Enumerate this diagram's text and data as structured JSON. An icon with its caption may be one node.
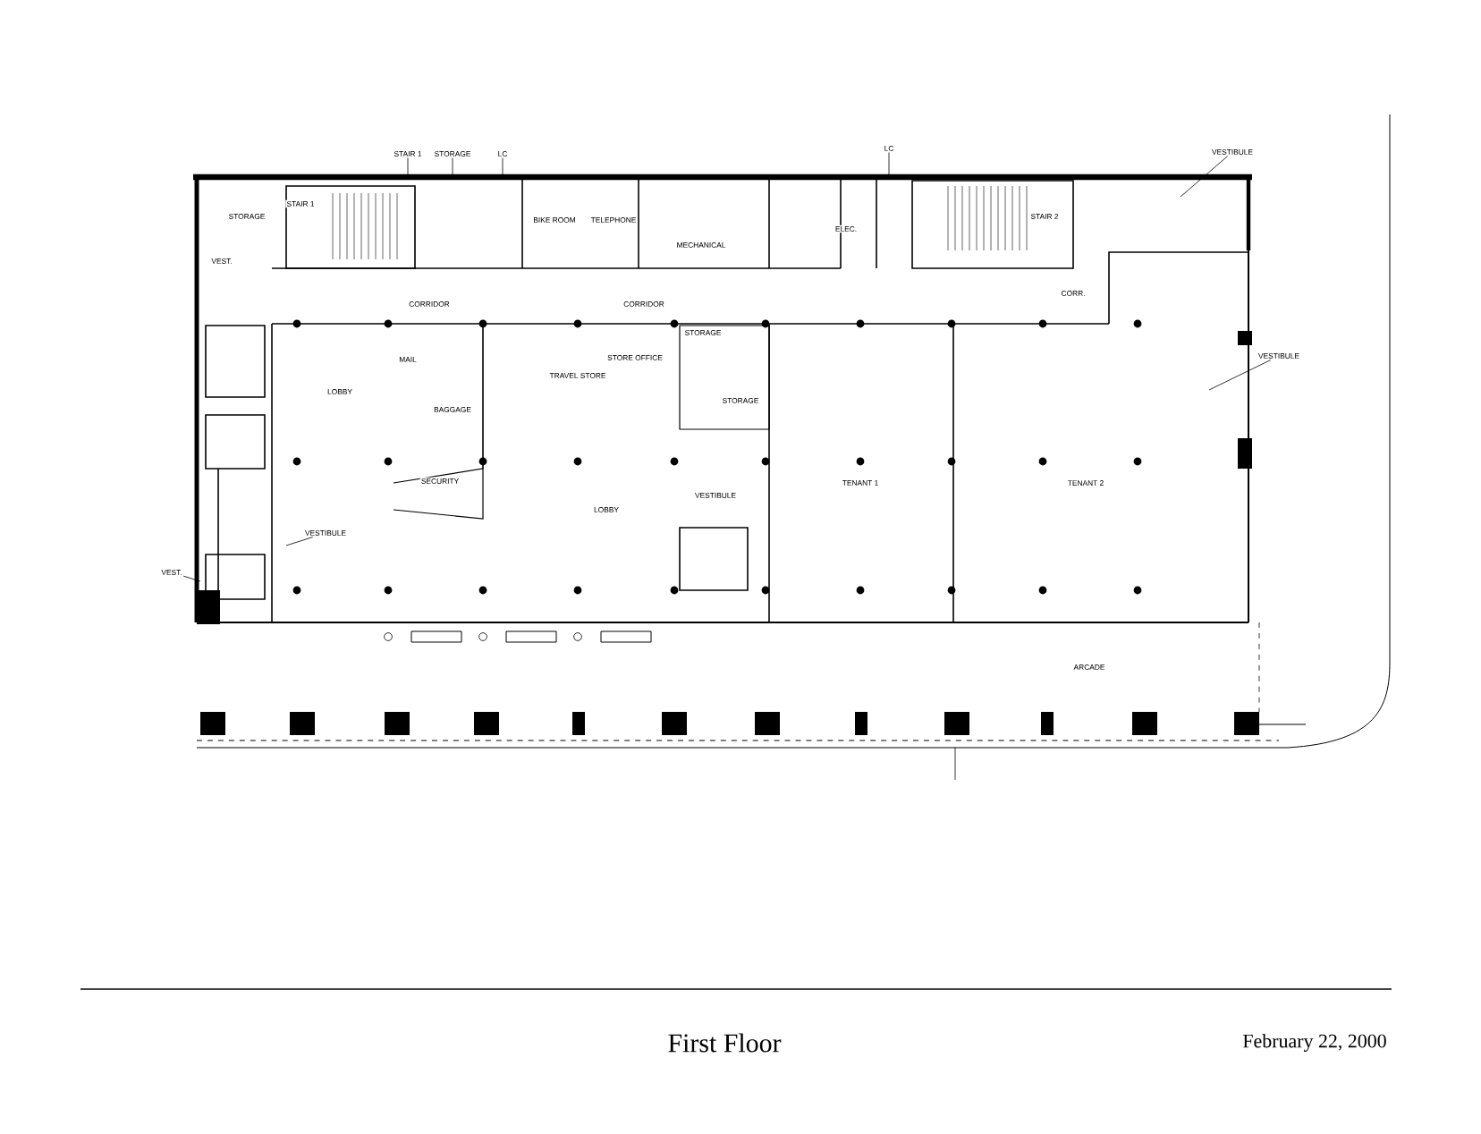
{
  "diagram": {
    "title": "First Floor",
    "nodes": [
      {
        "text": [
          "STAIR 1"
        ]
      },
      {
        "text": [
          "STORAGE"
        ]
      },
      {
        "text": [
          "LC"
        ]
      },
      {
        "text": [
          "LC"
        ]
      },
      {
        "text": [
          "VESTIBULE"
        ]
      },
      {
        "text": [
          "VESTIBULE"
        ]
      },
      {
        "text": [
          "VESTIBULE"
        ]
      },
      {
        "text": [
          "VEST."
        ]
      }
    ],
    "edges": [
      {
        "from": 0,
        "to": null,
        "arrow": "none"
      },
      {
        "from": 1,
        "to": null,
        "arrow": "none"
      },
      {
        "from": 2,
        "to": null,
        "arrow": "none"
      },
      {
        "from": 3,
        "to": null,
        "arrow": "none"
      },
      {
        "from": 4,
        "to": null,
        "arrow": "none"
      },
      {
        "from": 5,
        "to": null,
        "arrow": "none"
      },
      {
        "from": 6,
        "to": null,
        "arrow": "none"
      },
      {
        "from": 7,
        "to": null,
        "arrow": "none"
      }
    ],
    "labels": [
      "STORAGE",
      "STAIR 1",
      "BIKE ROOM",
      "TELEPHONE",
      "MECHANICAL",
      "ELEC.",
      "STAIR 2",
      "VEST.",
      "CORRIDOR",
      "CORRIDOR",
      "CORR.",
      "MAIL",
      "LOBBY",
      "TRAVEL STORE",
      "STORE OFFICE",
      "STORAGE",
      "BAGGAGE",
      "STORAGE",
      "SECURITY",
      "LOBBY",
      "VESTIBULE",
      "TENANT 1",
      "TENANT 2",
      "ARCADE",
      "February 22, 2000"
    ]
  }
}
